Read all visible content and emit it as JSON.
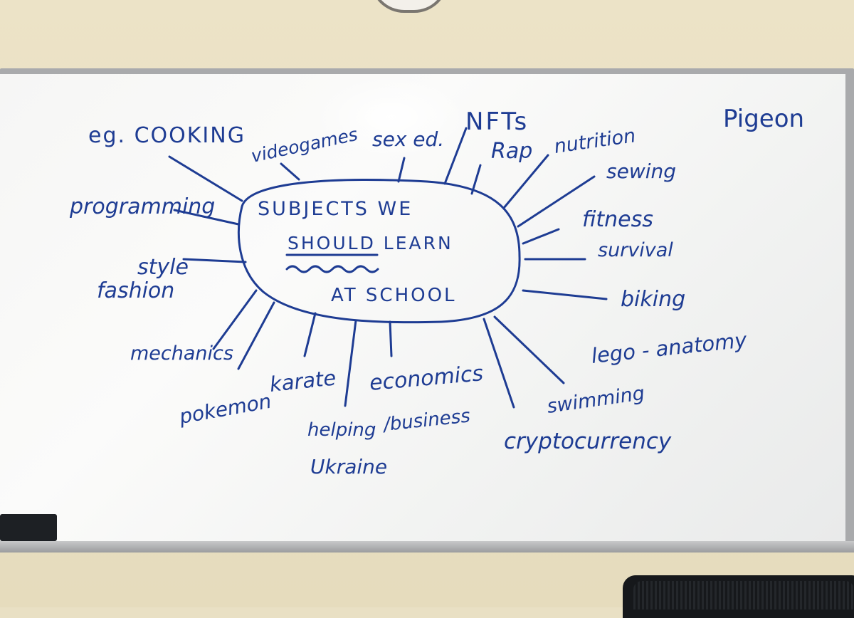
{
  "ink_color": "#1e3c93",
  "board": {
    "center_lines": [
      "SUBJECTS WE",
      "SHOULD LEARN",
      "AT SCHOOL"
    ],
    "corner_note": "Pigeon",
    "topics": [
      "eg. COOKING",
      "programming",
      "style",
      "fashion",
      "mechanics",
      "pokemon",
      "videogames",
      "sex ed.",
      "NFTs",
      "Rap",
      "nutrition",
      "sewing",
      "fitness",
      "survival",
      "biking",
      "lego - anatomy",
      "swimming",
      "cryptocurrency",
      "economics",
      "/business",
      "helping",
      "Ukraine",
      "karate"
    ]
  }
}
